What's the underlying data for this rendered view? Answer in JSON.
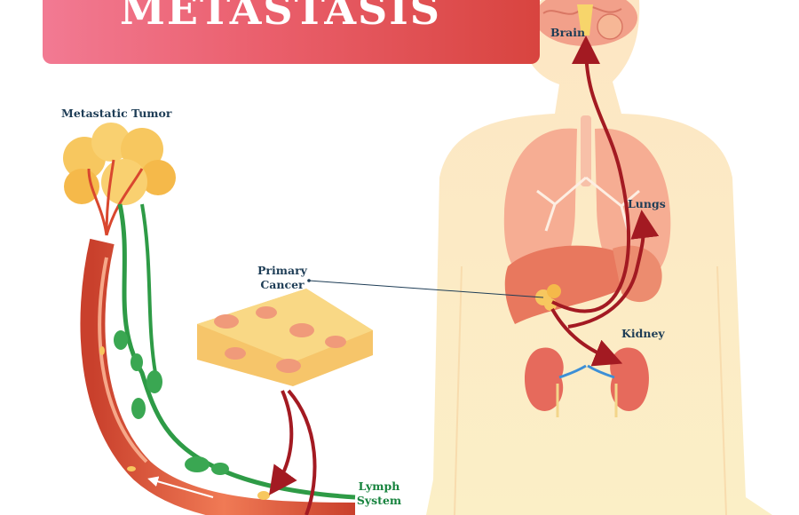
{
  "banner": {
    "title": "METASTASIS",
    "gradient": [
      "#f27a93",
      "#d8443f"
    ]
  },
  "labels": {
    "metastatic_tumor": "Metastatic Tumor",
    "primary_cancer_line1": "Primary",
    "primary_cancer_line2": "Cancer",
    "brain": "Brain",
    "lungs": "Lungs",
    "kidney": "Kidney",
    "lymph_line1": "Lymph",
    "lymph_line2": "System"
  },
  "colors": {
    "label_text": "#1e3d56",
    "lymph_text": "#17833e",
    "body_fill": "#fbe7b8",
    "arrow": "#a31a22",
    "blood_vessel": "#e0573c",
    "lymph_vessel": "#2e9b46",
    "tumor": "#f7c75f",
    "organ": "#f2a08a"
  },
  "icons": [
    "brain-icon",
    "lungs-icon",
    "liver-icon",
    "kidney-icon",
    "tumor-icon",
    "tissue-block-icon",
    "lymph-node-icon"
  ]
}
